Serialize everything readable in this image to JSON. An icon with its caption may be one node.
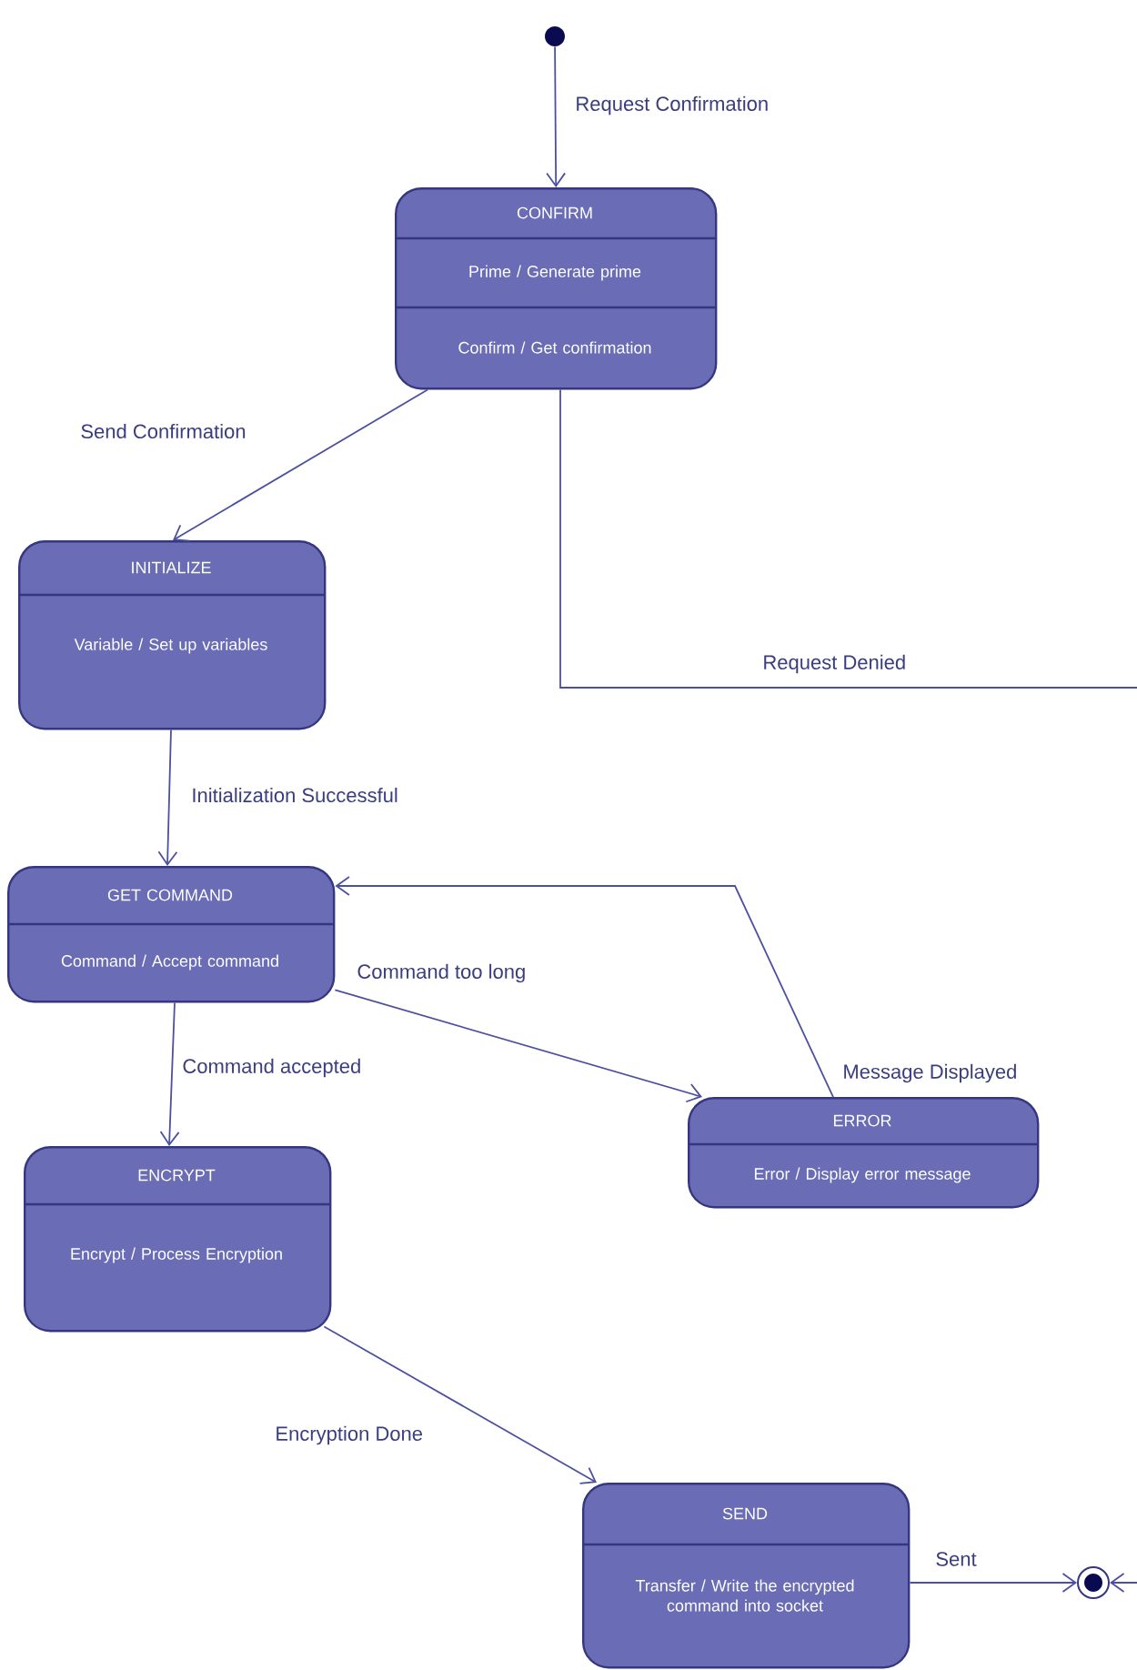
{
  "diagram": {
    "nodes": [
      {
        "text": [],
        "shape": "circle"
      },
      {
        "text": [
          "CONFIRM",
          "Prime / Generate prime",
          "Confirm / Get confirmation"
        ]
      },
      {
        "text": [
          "INITIALIZE",
          "Variable / Set up variables"
        ]
      },
      {
        "text": [
          "GET COMMAND",
          "Command / Accept command"
        ]
      },
      {
        "text": [
          "ERROR",
          "Error / Display error message"
        ]
      },
      {
        "text": [
          "ENCRYPT",
          "Encrypt / Process Encryption"
        ]
      },
      {
        "text": [
          "SEND",
          "Transfer / Write the encrypted command into socket"
        ]
      },
      {
        "text": [],
        "shape": "bullseye"
      }
    ],
    "edges": [
      {
        "from": 0,
        "to": 1,
        "arrow": "to",
        "label": "Request Confirmation"
      },
      {
        "from": 1,
        "to": 2,
        "arrow": "to",
        "label": "Send Confirmation"
      },
      {
        "from": 1,
        "to": null,
        "arrow": "none",
        "label": "Request Denied"
      },
      {
        "from": 2,
        "to": 3,
        "arrow": "to",
        "label": "Initialization Successful"
      },
      {
        "from": 3,
        "to": 4,
        "arrow": "to",
        "label": "Command too long"
      },
      {
        "from": 4,
        "to": 3,
        "arrow": "to",
        "label": "Message Displayed"
      },
      {
        "from": 3,
        "to": 5,
        "arrow": "to",
        "label": "Command accepted"
      },
      {
        "from": 5,
        "to": 6,
        "arrow": "to",
        "label": "Encryption Done"
      },
      {
        "from": 6,
        "to": 7,
        "arrow": "to",
        "label": "Sent"
      },
      {
        "from": null,
        "to": 7,
        "arrow": "to"
      }
    ]
  }
}
